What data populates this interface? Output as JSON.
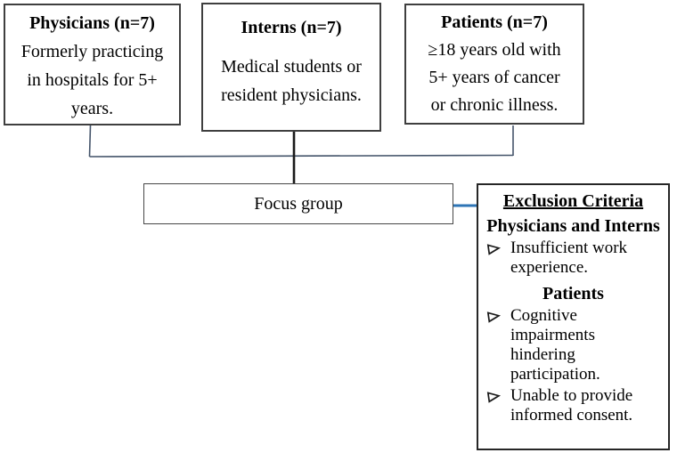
{
  "figure": {
    "boxes": {
      "physicians": {
        "title": "Physicians (n=7)",
        "lines": [
          "Formerly practicing",
          "in hospitals for 5+",
          "years."
        ]
      },
      "interns": {
        "title": "Interns (n=7)",
        "lines": [
          "Medical students or",
          "resident physicians."
        ]
      },
      "patients": {
        "title": "Patients (n=7)",
        "lines": [
          "≥18 years old with",
          "5+ years of cancer",
          "or chronic illness."
        ]
      },
      "focus_group": {
        "label": "Focus group"
      },
      "exclusion": {
        "title": "Exclusion Criteria",
        "sections": [
          {
            "heading": "Physicians and Interns",
            "items": [
              "Insufficient work experience."
            ]
          },
          {
            "heading": "Patients",
            "items": [
              "Cognitive impairments hindering participation.",
              "Unable to provide informed consent."
            ]
          }
        ]
      }
    },
    "icons": {
      "bullet": "arrowhead-right-icon"
    },
    "colors": {
      "elbow_connector": "#44546A",
      "interns_connector": "#1a1a1a",
      "focus_exclusion_connector": "#2E75B6",
      "top_box_border": "#3f3f3f",
      "exclusion_box_border": "#262626",
      "background": "#ffffff",
      "text": "#000000"
    }
  }
}
